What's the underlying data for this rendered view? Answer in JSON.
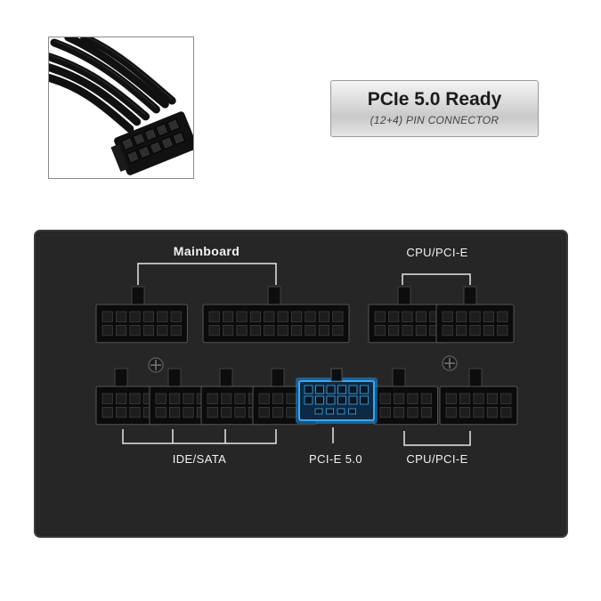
{
  "badge": {
    "title": "PCIe 5.0 Ready",
    "subtitle": "(12+4) PIN CONNECTOR"
  },
  "psu_labels": {
    "mainboard": "Mainboard",
    "cpu_pcie_top": "CPU/PCI-E",
    "ide_sata": "IDE/SATA",
    "pcie5": "PCI-E 5.0",
    "cpu_pcie_bottom": "CPU/PCI-E"
  },
  "colors": {
    "panel": "#262626",
    "highlight": "#1f8fe0"
  }
}
